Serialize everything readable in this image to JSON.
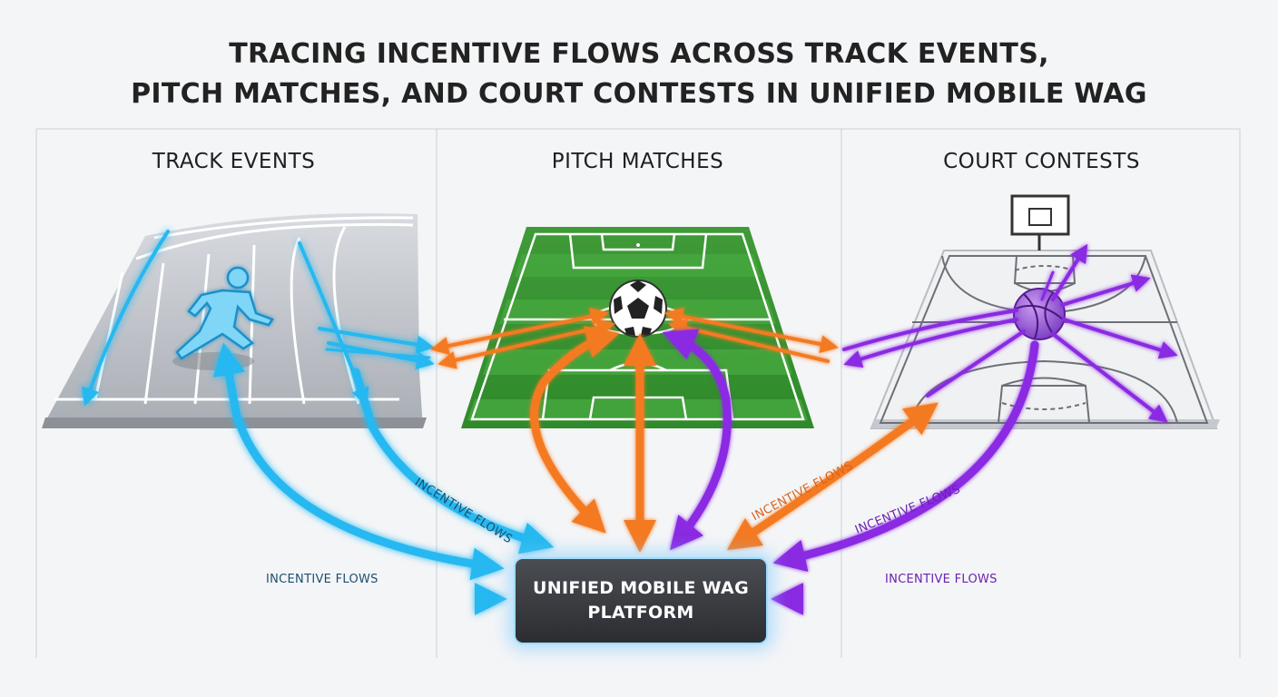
{
  "title": {
    "line1": "TRACING INCENTIVE FLOWS ACROSS TRACK EVENTS,",
    "line2": "PITCH MATCHES, AND COURT CONTESTS IN UNIFIED MOBILE WAG"
  },
  "columns": [
    {
      "label": "TRACK EVENTS",
      "color": "#25b8f0",
      "icon": "running-track-icon"
    },
    {
      "label": "PITCH MATCHES",
      "color": "#f47a20",
      "icon": "soccer-pitch-icon"
    },
    {
      "label": "COURT CONTESTS",
      "color": "#8a2be2",
      "icon": "basketball-court-icon"
    }
  ],
  "hub": {
    "line1": "UNIFIED MOBILE WAG",
    "line2": "PLATFORM"
  },
  "flow_labels": [
    {
      "text": "INCENTIVE FLOWS",
      "color": "#1c4f6e"
    },
    {
      "text": "INCENTIVE FLOWS",
      "color": "#1c4f6e"
    },
    {
      "text": "INCENTIVE FLOWS",
      "color": "#d8621a"
    },
    {
      "text": "INCENTIVE FLOWS",
      "color": "#6a22b0"
    },
    {
      "text": "INCENTIVE FLOWS",
      "color": "#6a22b0"
    }
  ]
}
